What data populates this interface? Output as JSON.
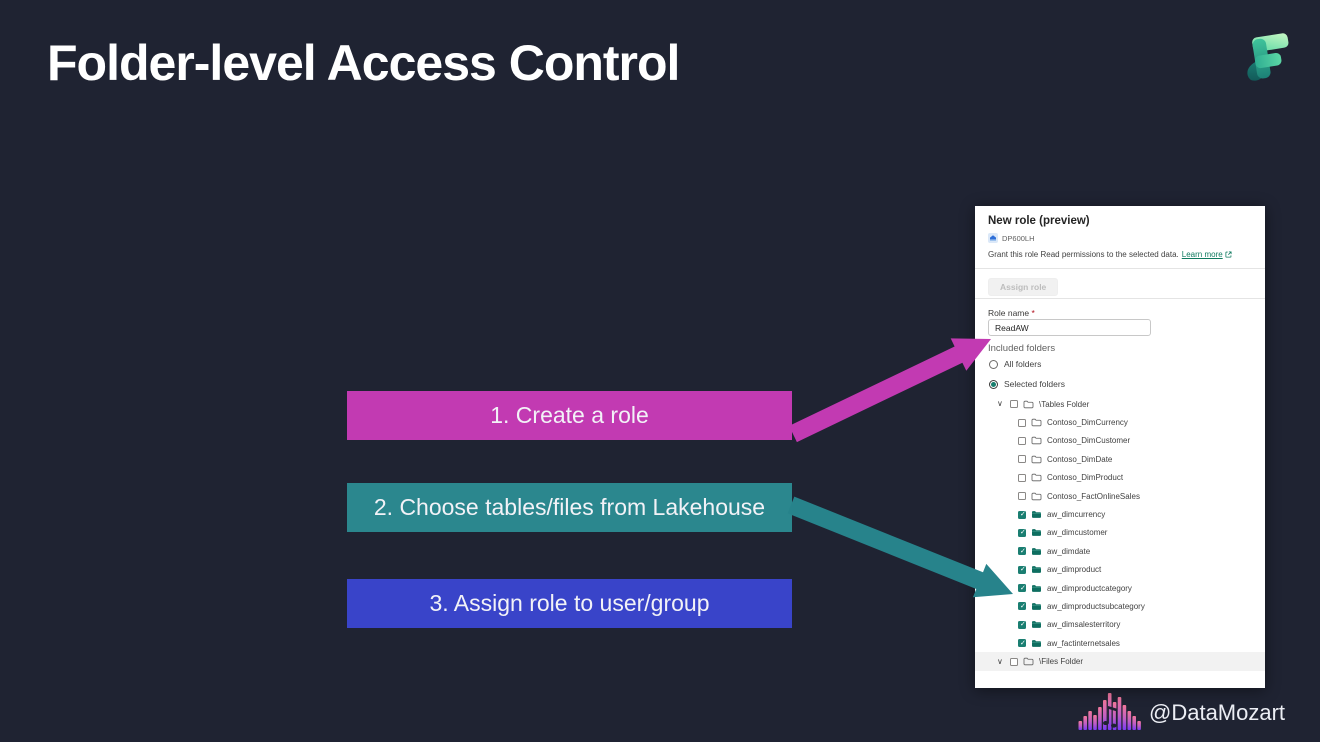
{
  "slide": {
    "title": "Folder-level Access Control",
    "background_color": "#1f2332"
  },
  "branding": {
    "fabric_logo": "microsoft-fabric-logo",
    "handle": "@DataMozart"
  },
  "steps": [
    {
      "label": "1. Create a role",
      "color": "#c23ab2"
    },
    {
      "label": "2. Choose tables/files from Lakehouse",
      "color": "#2b878e"
    },
    {
      "label": "3. Assign role to user/group",
      "color": "#3944c9"
    }
  ],
  "arrows": [
    {
      "name": "arrow-to-role-name",
      "color": "#c23ab2"
    },
    {
      "name": "arrow-to-selected-folders",
      "color": "#27838b"
    }
  ],
  "panel": {
    "title": "New role (preview)",
    "artifact_name": "DP600LH",
    "description": "Grant this role Read permissions to the selected data.",
    "learn_more": "Learn more",
    "assign_button": "Assign role",
    "role_name_label": "Role name",
    "required_mark": "*",
    "role_name_value": "ReadAW",
    "included_folders_label": "Included folders",
    "radio_all": "All folders",
    "radio_selected": "Selected folders",
    "radio_selected_state": "selected",
    "accent_teal": "#177e6e",
    "tree": [
      {
        "label": "\\Tables Folder",
        "checked": false,
        "parent": true
      },
      {
        "label": "Contoso_DimCurrency",
        "checked": false
      },
      {
        "label": "Contoso_DimCustomer",
        "checked": false
      },
      {
        "label": "Contoso_DimDate",
        "checked": false
      },
      {
        "label": "Contoso_DimProduct",
        "checked": false
      },
      {
        "label": "Contoso_FactOnlineSales",
        "checked": false
      },
      {
        "label": "aw_dimcurrency",
        "checked": true
      },
      {
        "label": "aw_dimcustomer",
        "checked": true
      },
      {
        "label": "aw_dimdate",
        "checked": true
      },
      {
        "label": "aw_dimproduct",
        "checked": true
      },
      {
        "label": "aw_dimproductcategory",
        "checked": true
      },
      {
        "label": "aw_dimproductsubcategory",
        "checked": true
      },
      {
        "label": "aw_dimsalesterritory",
        "checked": true
      },
      {
        "label": "aw_factinternetsales",
        "checked": true
      },
      {
        "label": "\\Files Folder",
        "checked": false,
        "parent": true,
        "highlighted": true
      }
    ]
  }
}
